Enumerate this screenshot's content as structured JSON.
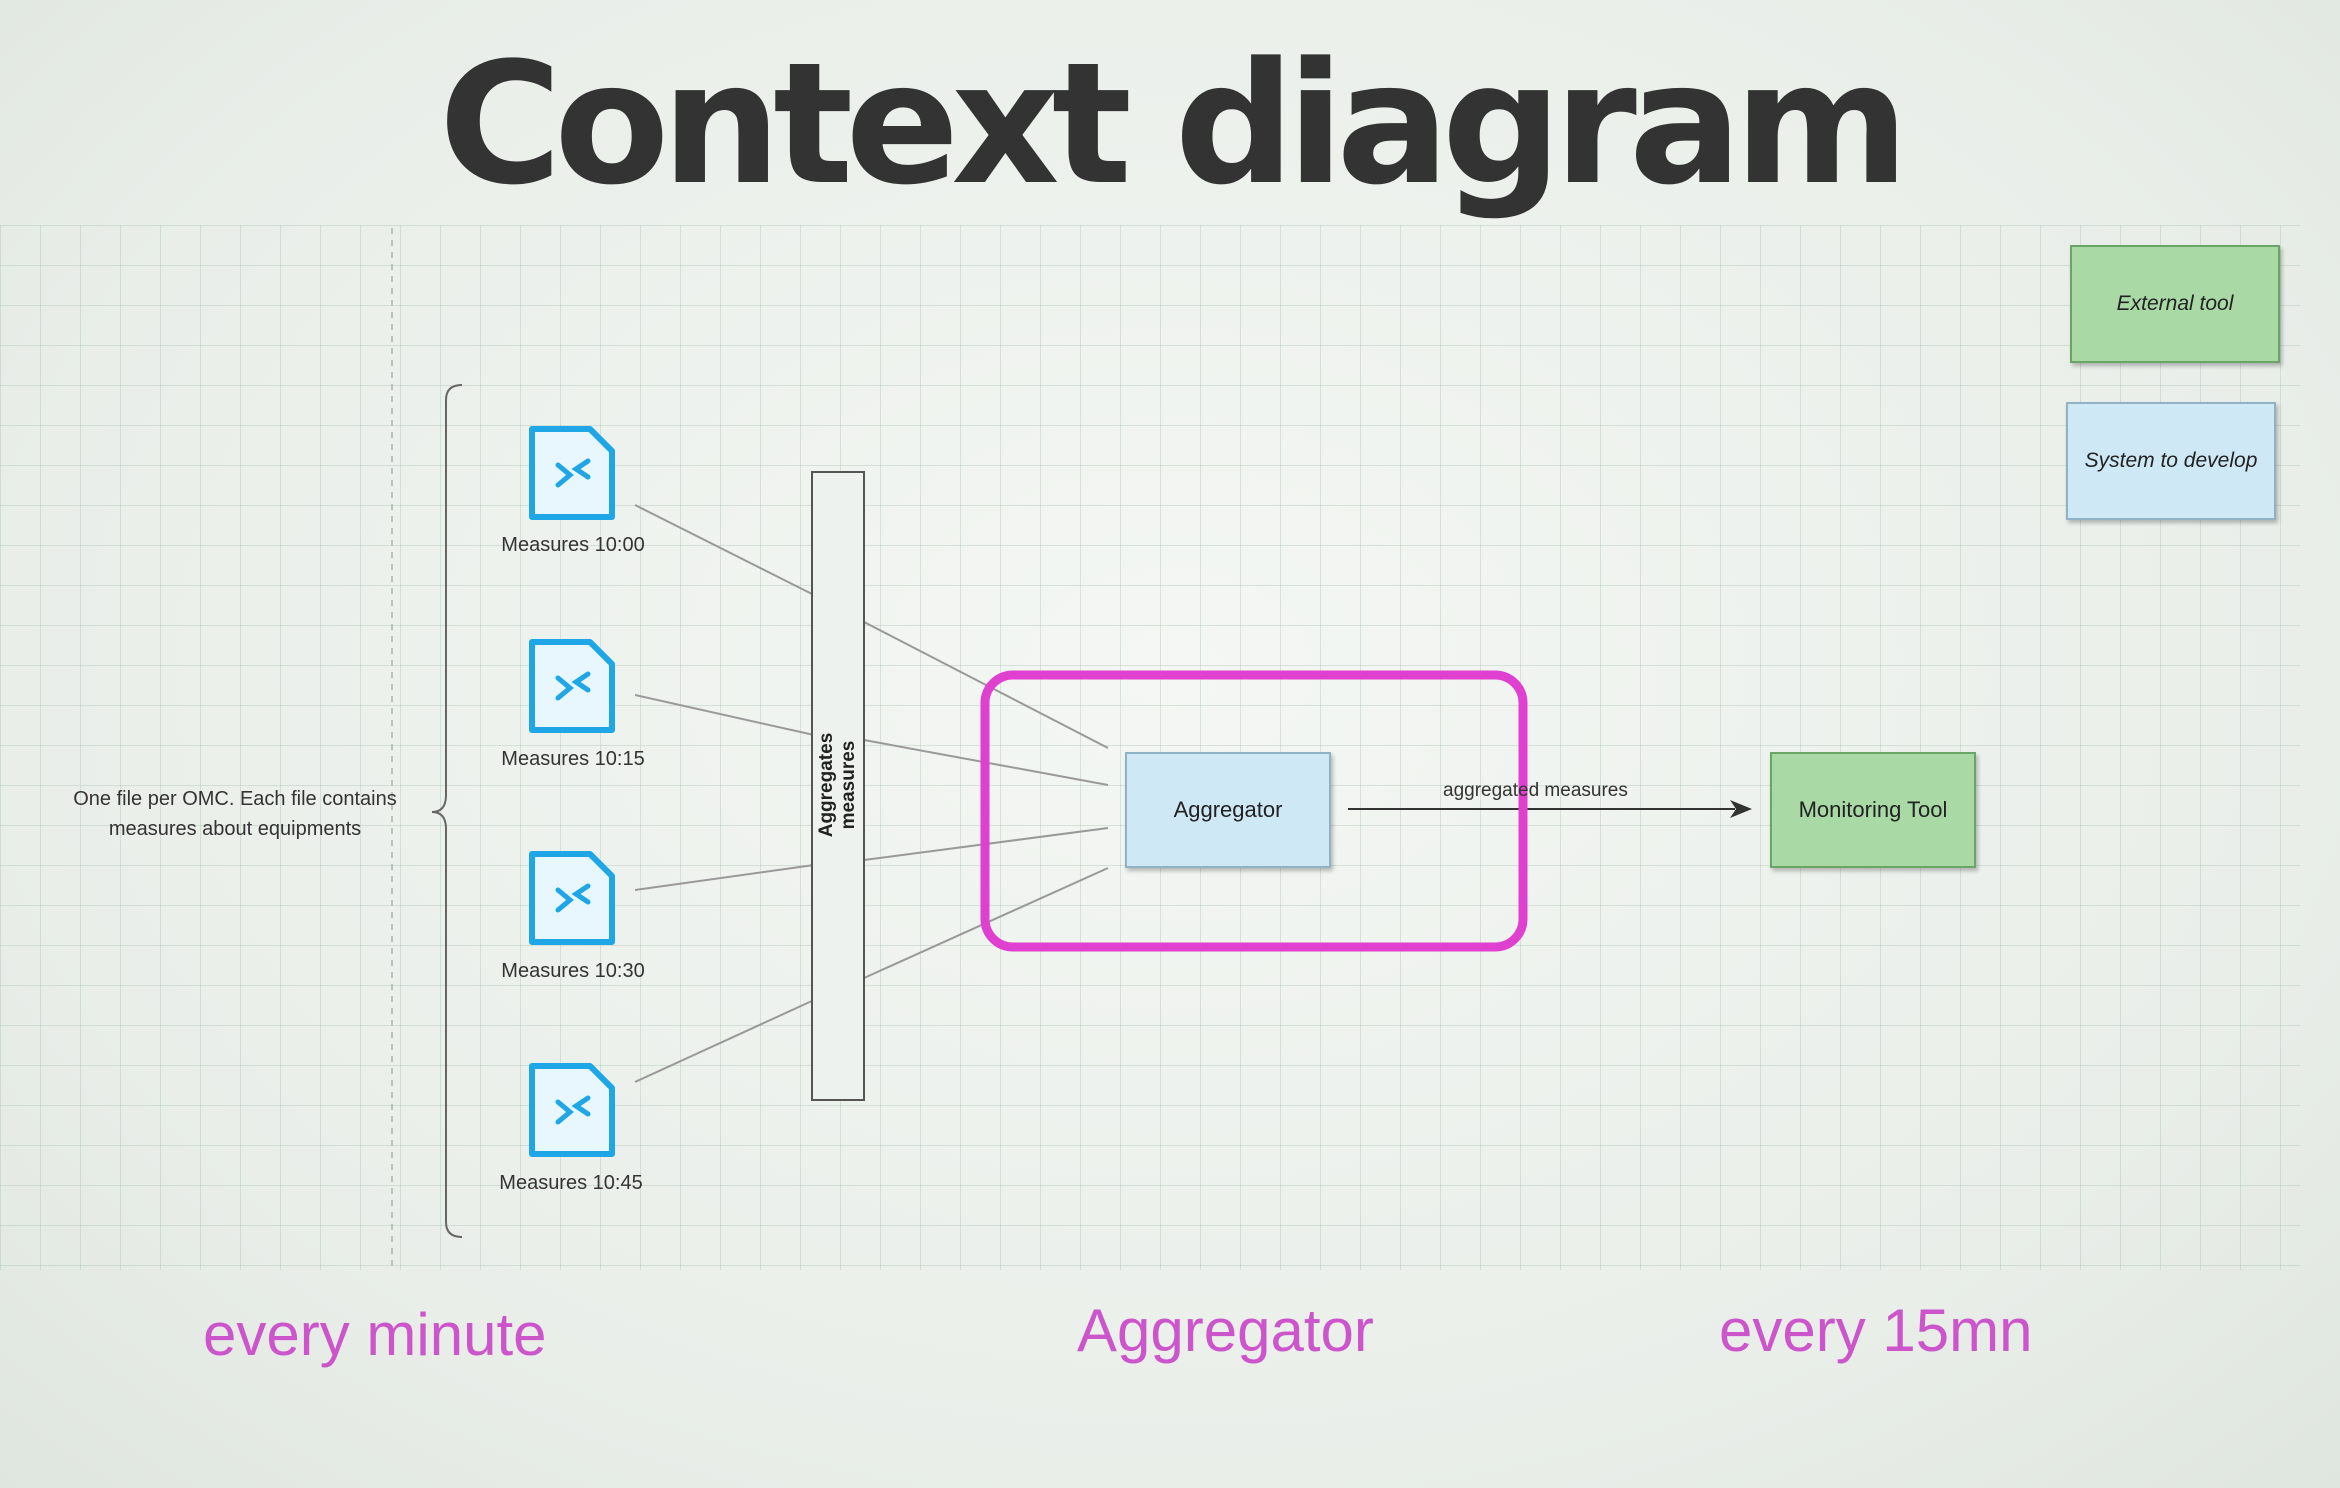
{
  "title": "Context diagram",
  "legend": {
    "external_tool": "External tool",
    "system_to_develop": "System to develop"
  },
  "files": [
    {
      "label": "Measures 10:00",
      "icon": "file-code-icon"
    },
    {
      "label": "Measures 10:15",
      "icon": "file-code-icon"
    },
    {
      "label": "Measures 10:30",
      "icon": "file-code-icon"
    },
    {
      "label": "Measures 10:45",
      "icon": "file-code-icon"
    }
  ],
  "note": "One file per OMC. Each file contains measures about equipments",
  "aggregates_bar": {
    "line1": "Aggregates",
    "line2": "measures"
  },
  "aggregator_node": "Aggregator",
  "edge_label": "aggregated measures",
  "monitoring_node": "Monitoring Tool",
  "captions": {
    "left": "every minute",
    "center": "Aggregator",
    "right": "every 15mn"
  },
  "colors": {
    "highlight": "#e040d0",
    "icon": "#1ea6e6",
    "external": "#a9d9a5",
    "system": "#cfe8f5",
    "caption": "#cc55cc"
  }
}
